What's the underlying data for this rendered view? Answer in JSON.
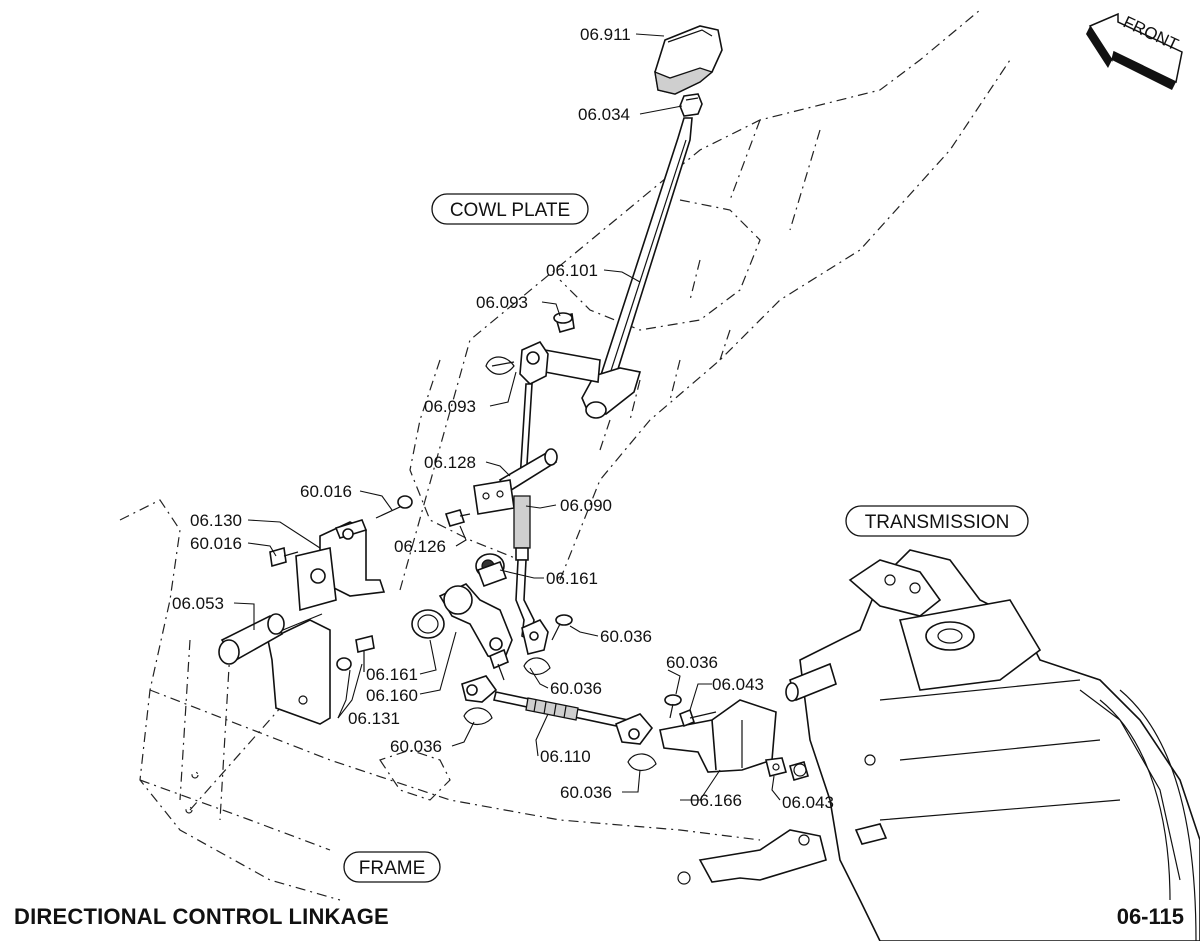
{
  "title": "DIRECTIONAL CONTROL LINKAGE",
  "page_number": "06-115",
  "front_indicator": "FRONT",
  "area_labels": {
    "cowl_plate": "COWL PLATE",
    "transmission": "TRANSMISSION",
    "frame": "FRAME"
  },
  "part_labels": {
    "p06_911": "06.911",
    "p06_034": "06.034",
    "p06_101": "06.101",
    "p06_093_a": "06.093",
    "p06_093_b": "06.093",
    "p06_128": "06.128",
    "p60_016_a": "60.016",
    "p06_090": "06.090",
    "p06_130": "06.130",
    "p60_016_b": "60.016",
    "p06_126": "06.126",
    "p06_161_a": "06.161",
    "p06_053": "06.053",
    "p60_036_a": "60.036",
    "p06_161_b": "06.161",
    "p06_160": "06.160",
    "p60_036_b": "60.036",
    "p60_036_c": "60.036",
    "p06_043_a": "06.043",
    "p06_131": "06.131",
    "p60_036_d": "60.036",
    "p06_110": "06.110",
    "p60_036_e": "60.036",
    "p06_166": "06.166",
    "p06_043_b": "06.043"
  }
}
